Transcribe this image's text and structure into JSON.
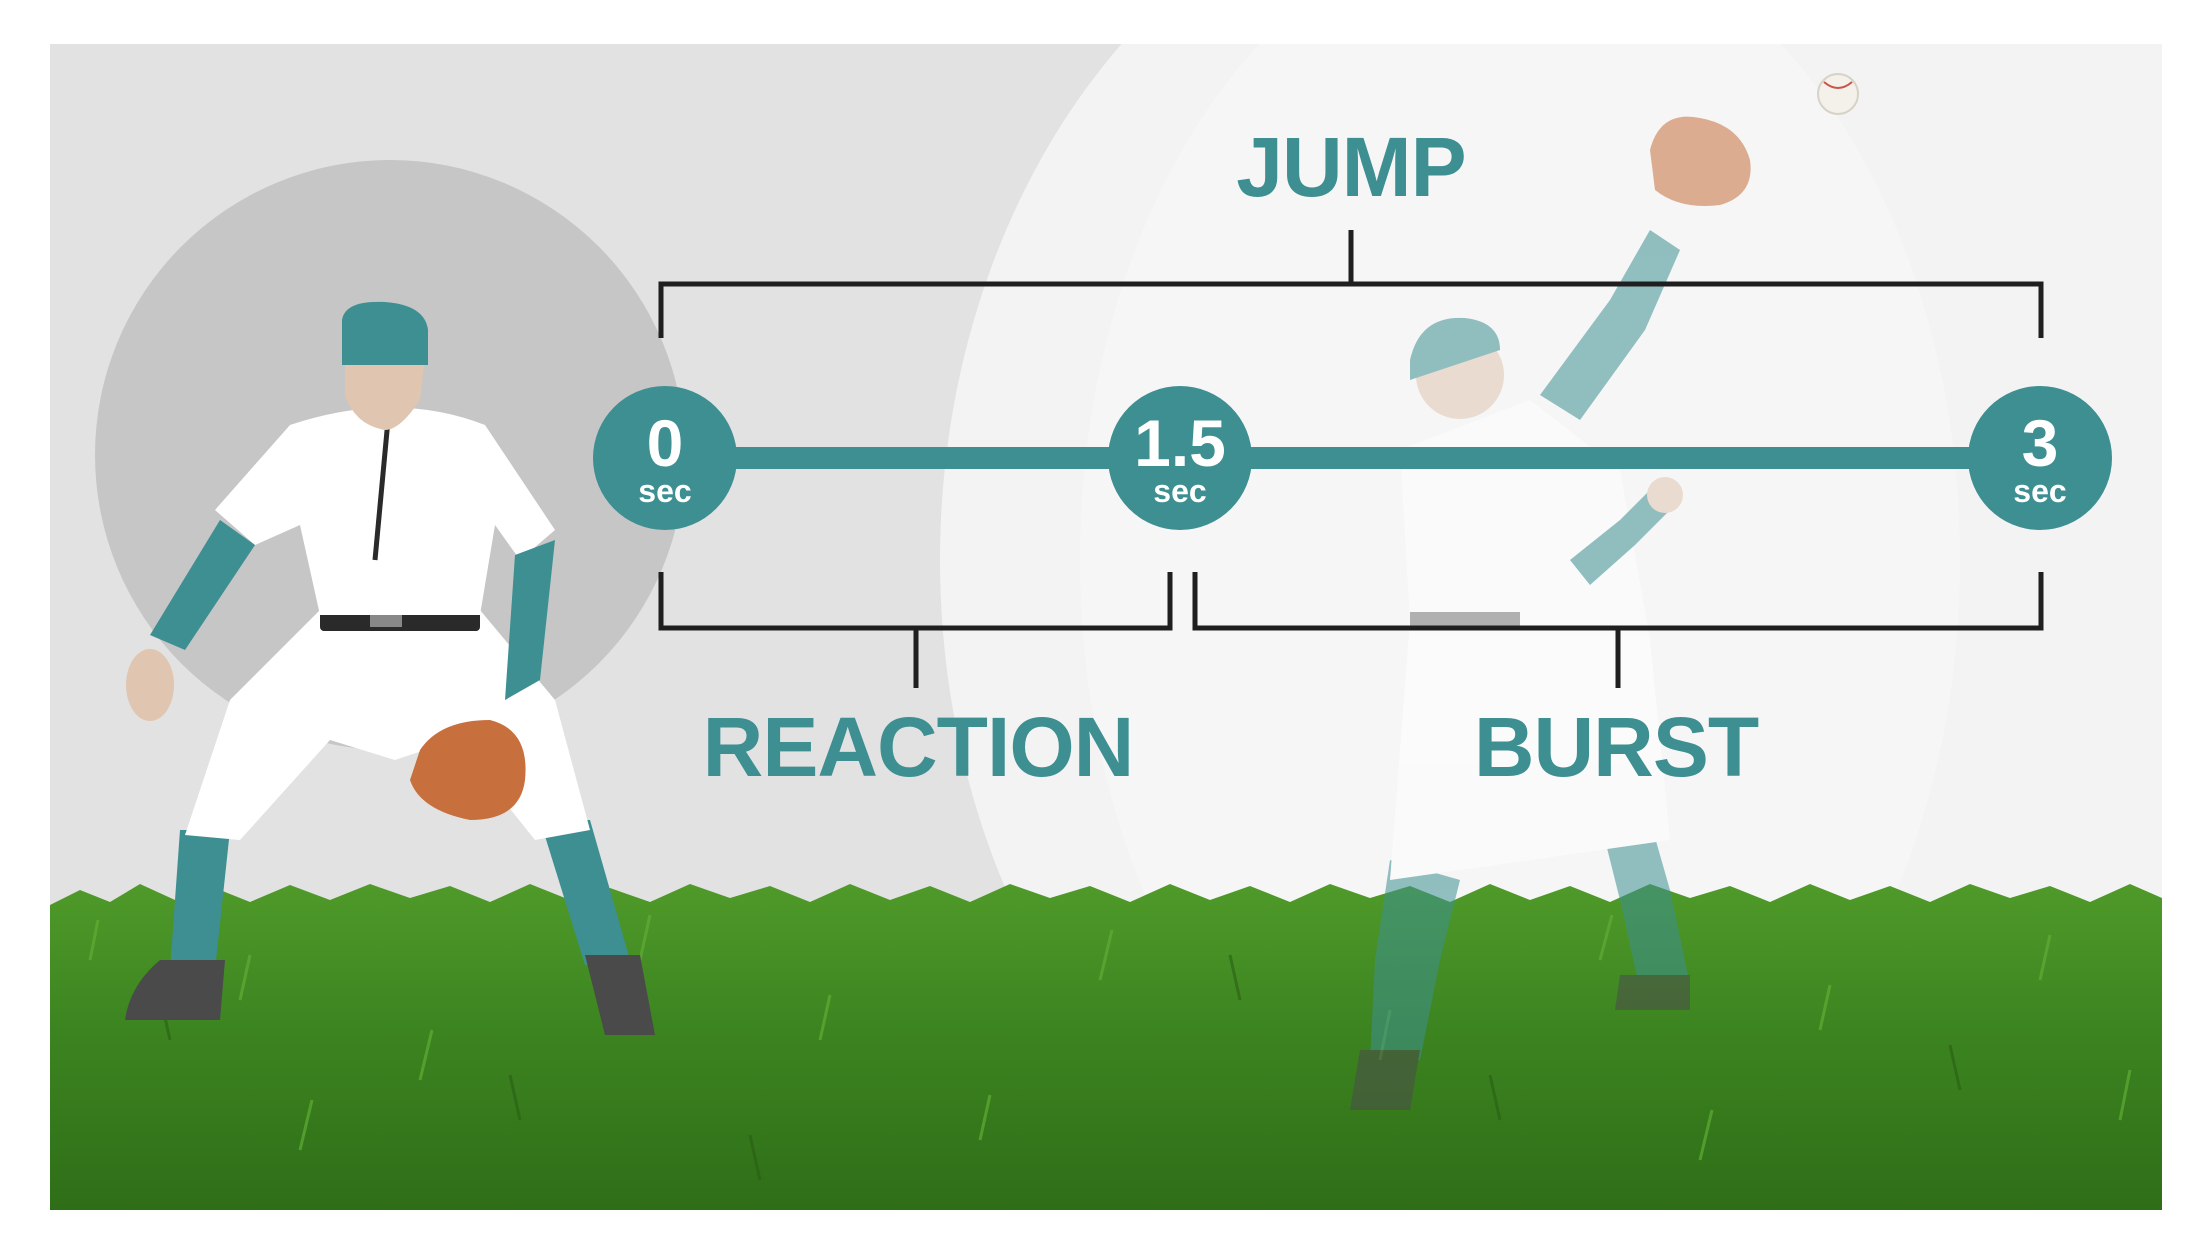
{
  "labels": {
    "jump": "JUMP",
    "reaction": "REACTION",
    "burst": "BURST"
  },
  "timeline": {
    "unit": "sec",
    "nodes": [
      {
        "value": "0",
        "unit": "sec"
      },
      {
        "value": "1.5",
        "unit": "sec"
      },
      {
        "value": "3",
        "unit": "sec"
      }
    ]
  },
  "colors": {
    "teal": "#3e8f92",
    "bracket": "#1f1f1f",
    "background": "#e3e3e3",
    "grass": "#3f8a20",
    "glove": "#c8703d"
  },
  "illustration": {
    "left_figure": "outfielder-ready-stance",
    "right_figure": "outfielder-catching-fly-ball",
    "ball": "baseball-icon"
  }
}
